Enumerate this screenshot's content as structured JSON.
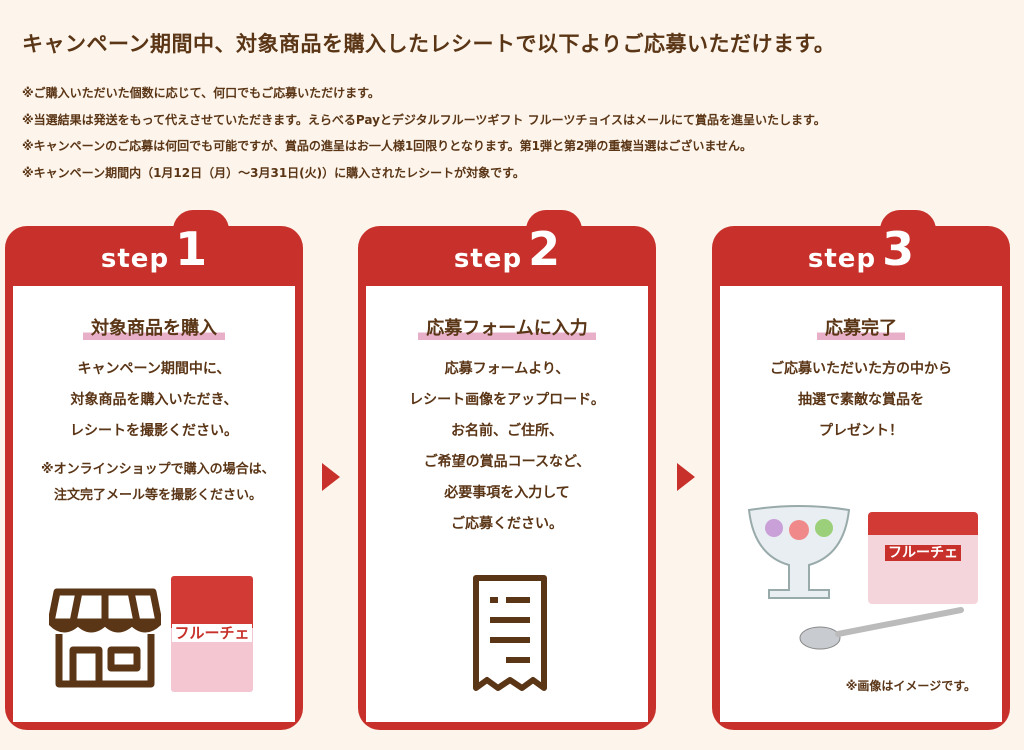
{
  "title": "キャンペーン期間中、対象商品を購入したレシートで以下よりご応募いただけます。",
  "notes": [
    "※ご購入いただいた個数に応じて、何口でもご応募いただけます。",
    "※当選結果は発送をもって代えさせていただきます。えらべるPayとデジタルフルーツギフト フルーツチョイスはメールにて賞品を進呈いたします。",
    "※キャンペーンのご応募は何回でも可能ですが、賞品の進呈はお一人様1回限りとなります。第1弾と第2弾の重複当選はございません。",
    "※キャンペーン期間内（1月12日（月）～3月31日(火)）に購入されたレシートが対象です。"
  ],
  "steps": [
    {
      "label": "step",
      "num": "1",
      "heading": "対象商品を購入",
      "lines": [
        "キャンペーン期間中に、",
        "対象商品を購入いただき、",
        "レシートを撮影ください。"
      ],
      "note": "※オンラインショップで購入の場合は、注文完了メール等を撮影ください。",
      "product": "フルーチェ"
    },
    {
      "label": "step",
      "num": "2",
      "heading": "応募フォームに入力",
      "lines": [
        "応募フォームより、",
        "レシート画像をアップロード。",
        "お名前、ご住所、",
        "ご希望の賞品コースなど、",
        "必要事項を入力して",
        "ご応募ください。"
      ]
    },
    {
      "label": "step",
      "num": "3",
      "heading": "応募完了",
      "lines": [
        "ご応募いただいた方の中から",
        "抽選で素敵な賞品を",
        "プレゼント！"
      ],
      "caption": "※画像はイメージです。",
      "prize": "フルーチェ"
    }
  ],
  "colors": {
    "accent": "#c8312b",
    "text": "#5a3516",
    "underline": "#e8b0c8",
    "bg": "#fdf5eb"
  }
}
